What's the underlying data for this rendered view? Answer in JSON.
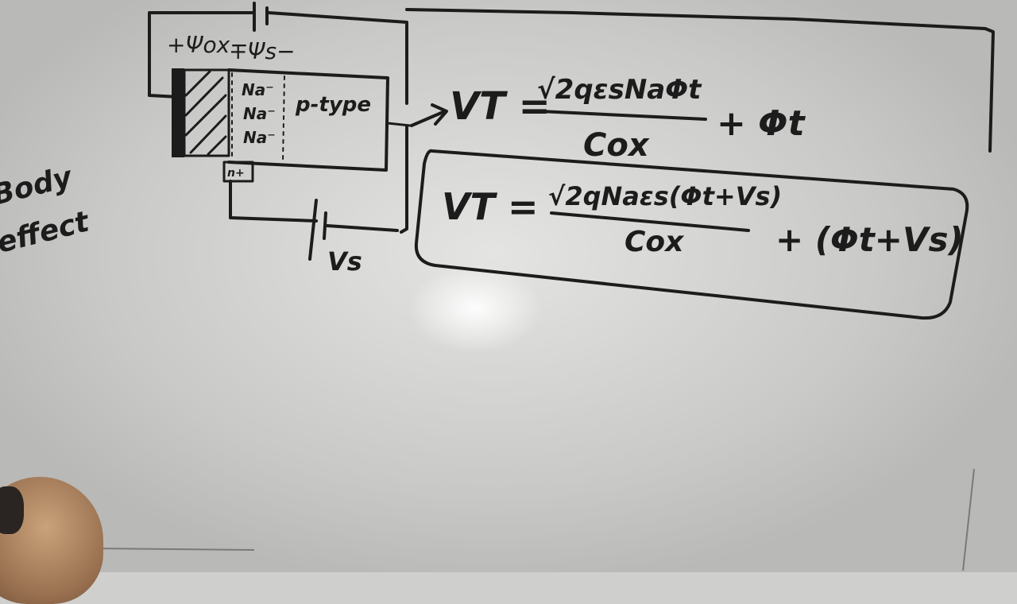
{
  "board": {
    "left_note": [
      "Body",
      "effect"
    ],
    "diagram": {
      "psi_ox": "+Ψox−",
      "psi_s": "+Ψs−",
      "dopant_rows": [
        "Na⁻",
        "Na⁻",
        "Na⁻"
      ],
      "region_label": "p-type",
      "source_label": "n+",
      "battery_label": "Vs"
    },
    "equation1": {
      "lhs": "VT =",
      "numerator": "√2qεsNaΦt",
      "denominator": "Cox",
      "tail": "+ Φt"
    },
    "equation2": {
      "lhs": "VT =",
      "numerator": "√2qNaεs(Φt+Vs)",
      "denominator": "Cox",
      "tail": "+ (Φt+Vs)"
    }
  }
}
